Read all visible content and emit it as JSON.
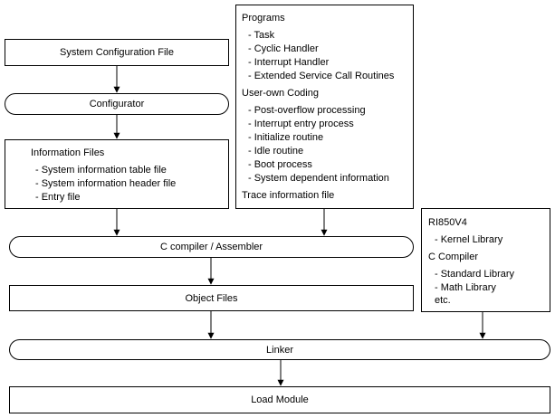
{
  "system_config_file": {
    "label": "System Configuration File"
  },
  "configurator": {
    "label": "Configurator"
  },
  "information_files": {
    "title": "Information Files",
    "items": [
      "- System information table file",
      "- System information header file",
      "- Entry file"
    ]
  },
  "programs": {
    "title": "Programs",
    "items": [
      "- Task",
      "- Cyclic Handler",
      "- Interrupt Handler",
      "- Extended Service Call Routines"
    ],
    "user_title": "User-own Coding",
    "user_items": [
      "- Post-overflow processing",
      "- Interrupt entry process",
      "- Initialize routine",
      "- Idle routine",
      "- Boot process",
      "- System dependent information"
    ],
    "trace": "Trace information file"
  },
  "compiler": {
    "label": "C compiler / Assembler"
  },
  "object_files": {
    "label": "Object Files"
  },
  "libraries": {
    "ri_title": "RI850V4",
    "ri_items": [
      "- Kernel Library"
    ],
    "c_title": "C Compiler",
    "c_items": [
      "- Standard Library",
      "- Math Library",
      "etc."
    ]
  },
  "linker": {
    "label": "Linker"
  },
  "load_module": {
    "label": "Load Module"
  }
}
